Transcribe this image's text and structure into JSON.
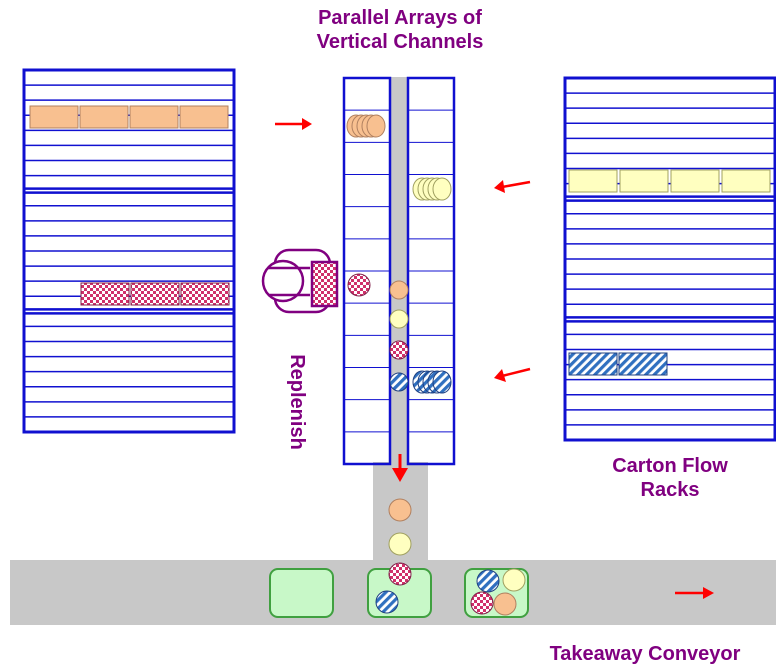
{
  "title": {
    "line1": "Parallel Arrays of",
    "line2": "Vertical Channels"
  },
  "labels": {
    "replenish": "Replenish",
    "carton_flow_line1": "Carton Flow",
    "carton_flow_line2": "Racks",
    "takeaway": "Takeaway Conveyor"
  },
  "colors": {
    "rack": "#1010d0",
    "conveyor": "#c8c8c8",
    "arrow": "#ff0000",
    "label": "#800080",
    "peach": "#f8c090",
    "yellow": "#ffffc0",
    "magenta": "#d0306a",
    "blue": "#3070c0",
    "tote": "#c8f8c8",
    "tote_border": "#40a040"
  },
  "icons": [
    "right-arrow-icon",
    "left-arrow-icon",
    "down-arrow-icon",
    "operator-icon"
  ]
}
